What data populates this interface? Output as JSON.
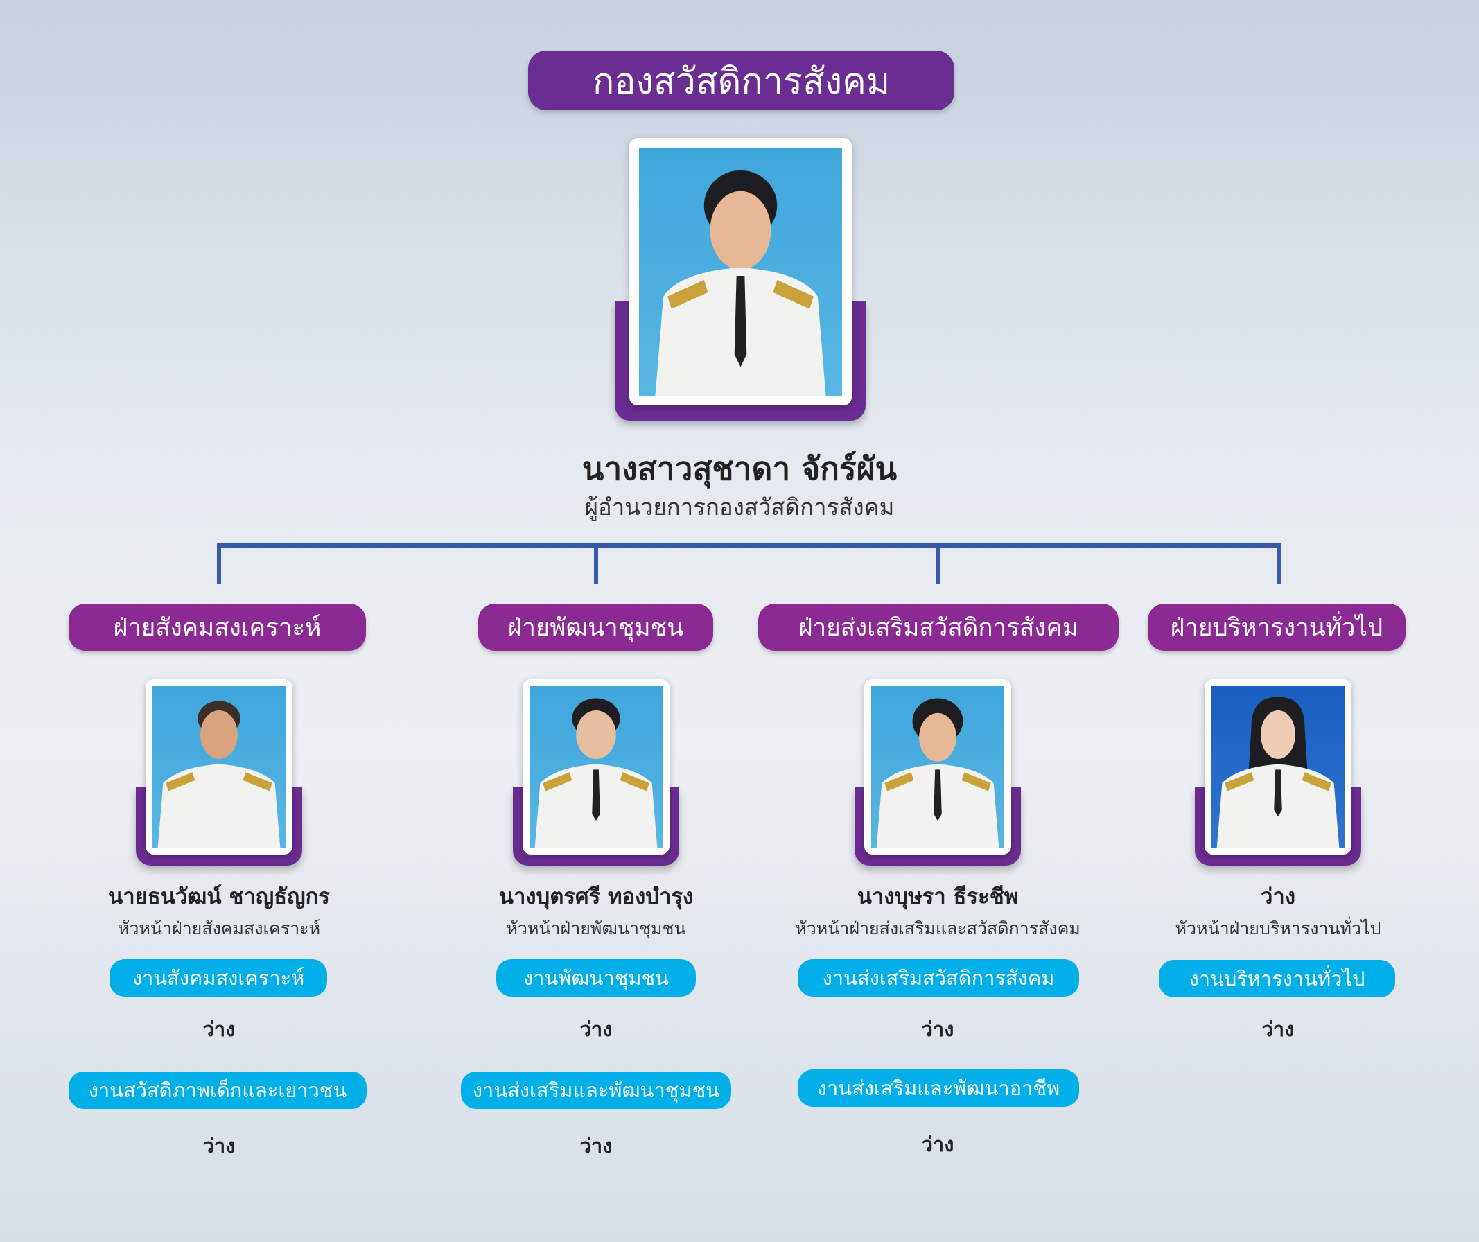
{
  "title": "กองสวัสดิการสังคม",
  "director": {
    "name": "นางสาวสุชาดา  จักร์ผัน",
    "role": "ผู้อำนวยการกองสวัสดิการสังคม"
  },
  "colors": {
    "title_purple": "#6a2d91",
    "dept_purple": "#8b2a93",
    "unit_blue": "#00aee8",
    "line_blue": "#3a5aa8"
  },
  "departments": [
    {
      "label": "ฝ่ายสังคมสงเคราะห์",
      "head_name": "นายธนวัฒน์ ชาญธัญกร",
      "head_role": "หัวหน้าฝ่ายสังคมสงเคราะห์",
      "units": [
        {
          "label": "งานสังคมสงเคราะห์",
          "staff": "ว่าง"
        },
        {
          "label": "งานสวัสดิภาพเด็กและเยาวชน",
          "staff": "ว่าง"
        }
      ]
    },
    {
      "label": "ฝ่ายพัฒนาชุมชน",
      "head_name": "นางบุตรศรี  ทองบำรุง",
      "head_role": "หัวหน้าฝ่ายพัฒนาชุมชน",
      "units": [
        {
          "label": "งานพัฒนาชุมชน",
          "staff": "ว่าง"
        },
        {
          "label": "งานส่งเสริมและพัฒนาชุมชน",
          "staff": "ว่าง"
        }
      ]
    },
    {
      "label": "ฝ่ายส่งเสริมสวัสดิการสังคม",
      "head_name": "นางบุษรา ธีระชีพ",
      "head_role": "หัวหน้าฝ่ายส่งเสริมและสวัสดิการสังคม",
      "units": [
        {
          "label": "งานส่งเสริมสวัสดิการสังคม",
          "staff": "ว่าง"
        },
        {
          "label": "งานส่งเสริมและพัฒนาอาชีพ",
          "staff": "ว่าง"
        }
      ]
    },
    {
      "label": "ฝ่ายบริหารงานทั่วไป",
      "head_name": "ว่าง",
      "head_role": "หัวหน้าฝ่ายบริหารงานทั่วไป",
      "units": [
        {
          "label": "งานบริหารงานทั่วไป",
          "staff": "ว่าง"
        }
      ]
    }
  ]
}
